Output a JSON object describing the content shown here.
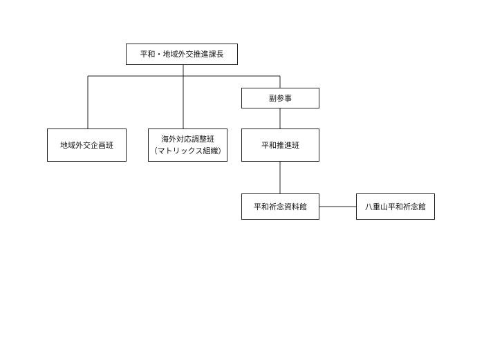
{
  "org_chart": {
    "head": {
      "label": "平和・地域外交推進課長"
    },
    "deputy": {
      "label": "副参事"
    },
    "regional_team": {
      "label": "地域外交企画班"
    },
    "overseas_team": {
      "line1": "海外対応調整班",
      "line2": "（マトリックス組織）"
    },
    "peace_team": {
      "label": "平和推進班"
    },
    "peace_museum": {
      "label": "平和祈念資料館"
    },
    "yaeyama_museum": {
      "label": "八重山平和祈念館"
    }
  },
  "colors": {
    "line": "#222222",
    "box_border": "#222222",
    "background": "#ffffff"
  }
}
